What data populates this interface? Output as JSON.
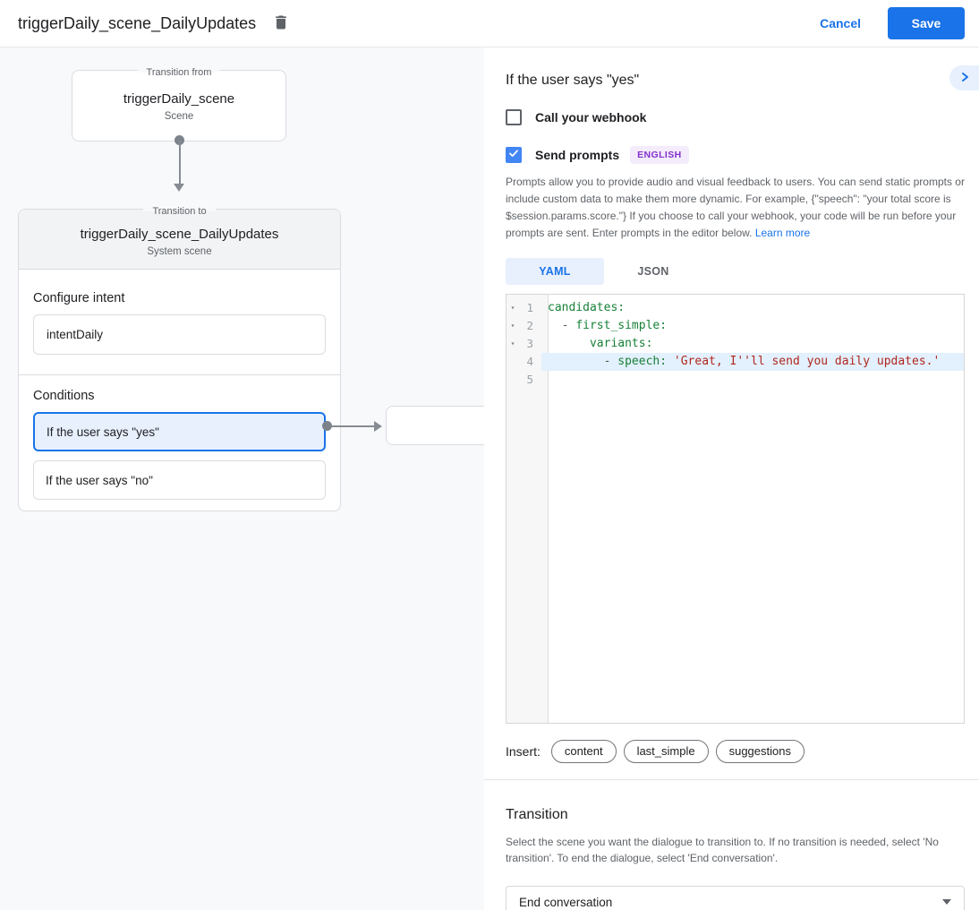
{
  "header": {
    "title": "triggerDaily_scene_DailyUpdates",
    "cancel_label": "Cancel",
    "save_label": "Save"
  },
  "diagram": {
    "from_box": {
      "legend": "Transition from",
      "name": "triggerDaily_scene",
      "type": "Scene"
    },
    "to_box": {
      "legend": "Transition to",
      "name": "triggerDaily_scene_DailyUpdates",
      "type": "System scene",
      "configure_intent_label": "Configure intent",
      "intent_value": "intentDaily",
      "conditions_label": "Conditions",
      "conditions": [
        {
          "label": "If the user says \"yes\"",
          "selected": true
        },
        {
          "label": "If the user says \"no\"",
          "selected": false
        }
      ]
    }
  },
  "panel": {
    "title": "If the user says \"yes\"",
    "webhook_checkbox": {
      "label": "Call your webhook",
      "checked": false
    },
    "prompts_checkbox": {
      "label": "Send prompts",
      "checked": true
    },
    "language_badge": "ENGLISH",
    "description": "Prompts allow you to provide audio and visual feedback to users. You can send static prompts or include custom data to make them more dynamic. For example, {\"speech\": \"your total score is $session.params.score.\"} If you choose to call your webhook, your code will be run before your prompts are sent. Enter prompts in the editor below. ",
    "learn_more_label": "Learn more",
    "tabs": [
      {
        "label": "YAML",
        "active": true
      },
      {
        "label": "JSON",
        "active": false
      }
    ],
    "editor": {
      "lines": [
        {
          "num": "1",
          "fold": true,
          "active": false,
          "segments": [
            {
              "color": "green",
              "text": "candidates:"
            }
          ]
        },
        {
          "num": "2",
          "fold": true,
          "active": false,
          "segments": [
            {
              "color": "plain",
              "text": "  "
            },
            {
              "color": "meta",
              "text": "- "
            },
            {
              "color": "green",
              "text": "first_simple:"
            }
          ]
        },
        {
          "num": "3",
          "fold": true,
          "active": false,
          "segments": [
            {
              "color": "green",
              "text": "      variants:"
            }
          ]
        },
        {
          "num": "4",
          "fold": false,
          "active": true,
          "segments": [
            {
              "color": "plain",
              "text": "        "
            },
            {
              "color": "meta",
              "text": "- "
            },
            {
              "color": "green",
              "text": "speech: "
            },
            {
              "color": "red",
              "text": "'Great, I''ll send you daily updates.'"
            }
          ]
        },
        {
          "num": "5",
          "fold": false,
          "active": false,
          "segments": []
        }
      ]
    },
    "insert_label": "Insert:",
    "insert_buttons": [
      "content",
      "last_simple",
      "suggestions"
    ],
    "transition": {
      "heading": "Transition",
      "description": "Select the scene you want the dialogue to transition to. If no transition is needed, select 'No transition'. To end the dialogue, select 'End conversation'.",
      "dropdown_value": "End conversation"
    }
  },
  "icons": {
    "delete": "trash-icon",
    "collapse": "chevron-right-icon",
    "dropdown": "caret-down-icon",
    "fold": "caret-down-glyph"
  },
  "colors": {
    "accent_blue": "#1a73e8",
    "light_blue_bg": "#e8f0fe",
    "checkbox_checked": "#4285f4",
    "badge_text": "#8430ce",
    "badge_bg": "#f4ecfc",
    "code_key_green": "#188038",
    "code_string_red": "#b0271d",
    "canvas_bg": "#f8f9fa",
    "border_gray": "#dadce0"
  }
}
